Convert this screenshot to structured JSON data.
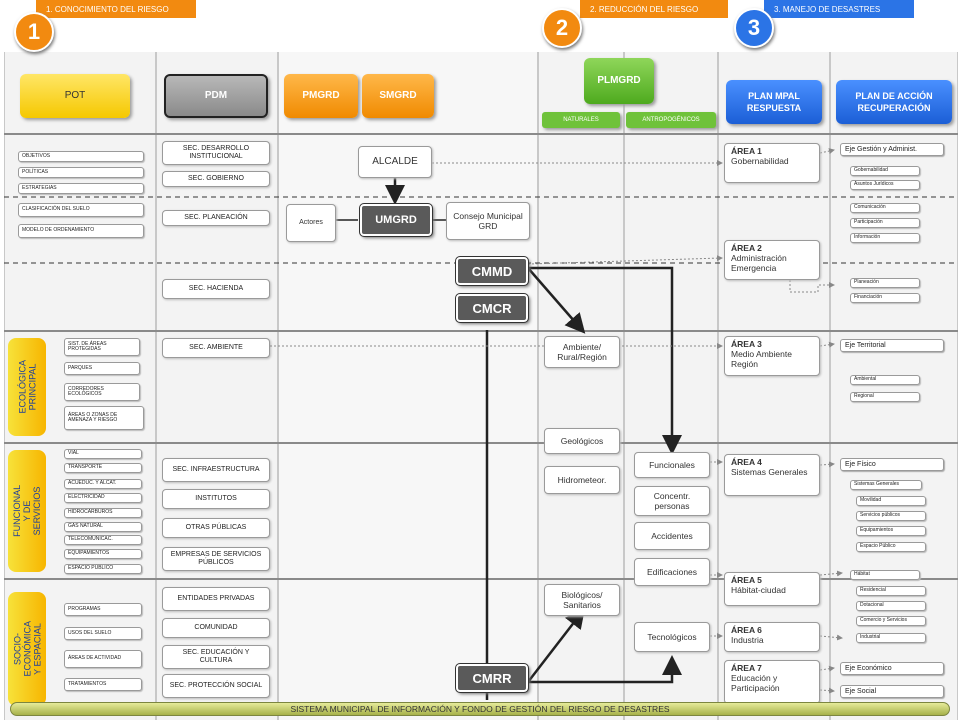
{
  "phases": [
    {
      "number": "1",
      "label": "1.  CONOCIMIENTO DEL RIESGO",
      "color": "#f28a10"
    },
    {
      "number": "2",
      "label": "2.  REDUCCIÓN DEL RIESGO",
      "color": "#f28a10"
    },
    {
      "number": "3",
      "label": "3.  MANEJO DE DESASTRES",
      "color": "#2b74e6"
    }
  ],
  "headers": {
    "pot": "POT",
    "pdm": "PDM",
    "pmgrd": "PMGRD",
    "smgrd": "SMGRD",
    "plmgrd": "PLMGRD",
    "naturales": "NATURALES",
    "antropogenicos": "ANTROPOGÉNICOS",
    "plan_respuesta": "PLAN MPAL RESPUESTA",
    "plan_recuperacion": "PLAN DE ACCIÓN RECUPERACIÓN"
  },
  "colors": {
    "pot": "#f5d23a",
    "pdm": "#9a9a9a",
    "pmgrd": "#f39a1c",
    "smgrd": "#f39a1c",
    "plmgrd": "#6fc23a",
    "blue": "#2b74e6"
  },
  "pot_items": [
    "OBJETIVOS",
    "POLÍTICAS",
    "ESTRATEGIAS",
    "CLASIFICACIÓN DEL SUELO",
    "MODELO DE ORDENAMIENTO"
  ],
  "sections": {
    "ecologica": "ECOLÓGICA PRINCIPAL",
    "funcional": "FUNCIONAL Y DE SERVICIOS",
    "socio": "SOCIO-ECONÓMICA Y ESPACIAL"
  },
  "ecologica_items": [
    "SIST. DE ÁREAS PROTEGIDAS",
    "PARQUES",
    "CORREDORES ECOLÓGICOS",
    "ÁREAS O ZONAS DE AMENAZA Y RIESGO"
  ],
  "funcional_items": [
    "VIAL",
    "TRANSPORTE",
    "ACUEDUC. Y ALCAT.",
    "ELECTRICIDAD",
    "HIDROCARBUROS",
    "GAS NATURAL",
    "TELECOMUNICAC.",
    "EQUIPAMIENTOS",
    "ESPACIO PÚBLICO"
  ],
  "socio_items": [
    "PROGRAMAS",
    "USOS DEL SUELO",
    "ÁREAS DE ACTIVIDAD",
    "TRATAMIENTOS"
  ],
  "pdm_items": [
    "SEC. DESARROLLO INSTITUCIONAL",
    "SEC. GOBIERNO",
    "SEC. PLANEACIÓN",
    "SEC. HACIENDA",
    "SEC. AMBIENTE",
    "SEC. INFRAESTRUCTURA",
    "INSTITUTOS",
    "OTRAS PÚBLICAS",
    "EMPRESAS DE SERVICIOS PÚBLICOS",
    "ENTIDADES PRIVADAS",
    "COMUNIDAD",
    "SEC. EDUCACIÓN Y CULTURA",
    "SEC. PROTECCIÓN SOCIAL"
  ],
  "center": {
    "alcalde": "ALCALDE",
    "actores": "Actores",
    "umgrd": "UMGRD",
    "consejo": "Consejo Municipal GRD",
    "cmmd": "CMMD",
    "cmcr": "CMCR",
    "cmrr": "CMRR"
  },
  "naturales_items": [
    "Ambiente/ Rural/Región",
    "Geológicos",
    "Hidrometeor.",
    "Biológicos/ Sanitarios"
  ],
  "antropo_items": [
    "Funcionales",
    "Concentr. personas",
    "Accidentes",
    "Edificaciones",
    "Tecnológicos"
  ],
  "areas": [
    {
      "title": "ÁREA 1",
      "text": "Gobernabilidad"
    },
    {
      "title": "ÁREA 2",
      "text": "Administración Emergencia"
    },
    {
      "title": "ÁREA 3",
      "text": "Medio Ambiente Región"
    },
    {
      "title": "ÁREA 4",
      "text": "Sistemas Generales"
    },
    {
      "title": "ÁREA 5",
      "text": "Hábitat-ciudad"
    },
    {
      "title": "ÁREA 6",
      "text": "Industria"
    },
    {
      "title": "ÁREA 7",
      "text": "Educación y Participación"
    }
  ],
  "ejes": [
    "Eje Gestión y Administ.",
    "Eje Territorial",
    "Eje Físico",
    "Eje Económico",
    "Eje Social"
  ],
  "recovery_items": [
    "Gobernabilidad",
    "Asuntos Jurídicos",
    "Comunicación",
    "Participación",
    "Información",
    "Planeación",
    "Financiación",
    "Ambiental",
    "Regional",
    "Sistemas Generales",
    "Movilidad",
    "Servicios públicos",
    "Equipamientos",
    "Espacio Público",
    "Hábitat",
    "Residencial",
    "Dotacional",
    "Comercio y Servicios",
    "Industrial"
  ],
  "footer": "SISTEMA MUNICIPAL DE INFORMACIÓN Y FONDO DE GESTIÓN DEL RIESGO DE DESASTRES"
}
